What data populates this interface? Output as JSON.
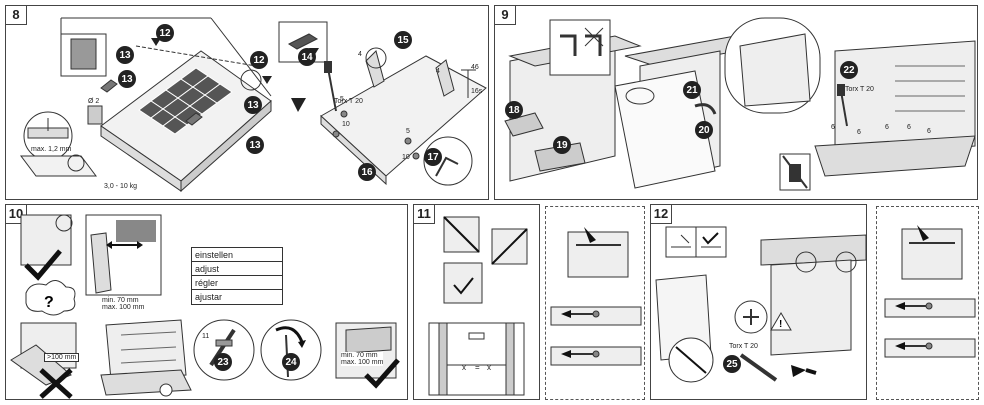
{
  "panels": {
    "p8": {
      "number": "8",
      "labels": {
        "max": "max. 1,2 mm",
        "weight": "3,0 - 10 kg",
        "torx": "Torx T 20",
        "dim1": "46",
        "dim2": "16s",
        "small": "Ø 2"
      }
    },
    "p9": {
      "number": "9",
      "labels": {
        "torx": "Torx T 20"
      }
    },
    "p10": {
      "number": "10",
      "labels": {
        "gt100": ">100 mm",
        "range1": "min. 70 mm\nmax. 100 mm",
        "range2": "min. 70 mm\nmax. 100 mm"
      },
      "words": [
        "einstellen",
        "adjust",
        "régler",
        "ajustar"
      ]
    },
    "p11": {
      "number": "11",
      "labels": {
        "x1": "x",
        "eq": "=",
        "x2": "x"
      }
    },
    "p12": {
      "number": "12",
      "labels": {
        "torx": "Torx T 20"
      }
    }
  },
  "steps": [
    "12",
    "13",
    "14",
    "15",
    "16",
    "17",
    "18",
    "19",
    "20",
    "21",
    "22",
    "23",
    "24",
    "25"
  ],
  "small_numbers": [
    "4",
    "5",
    "6",
    "10",
    "11"
  ]
}
